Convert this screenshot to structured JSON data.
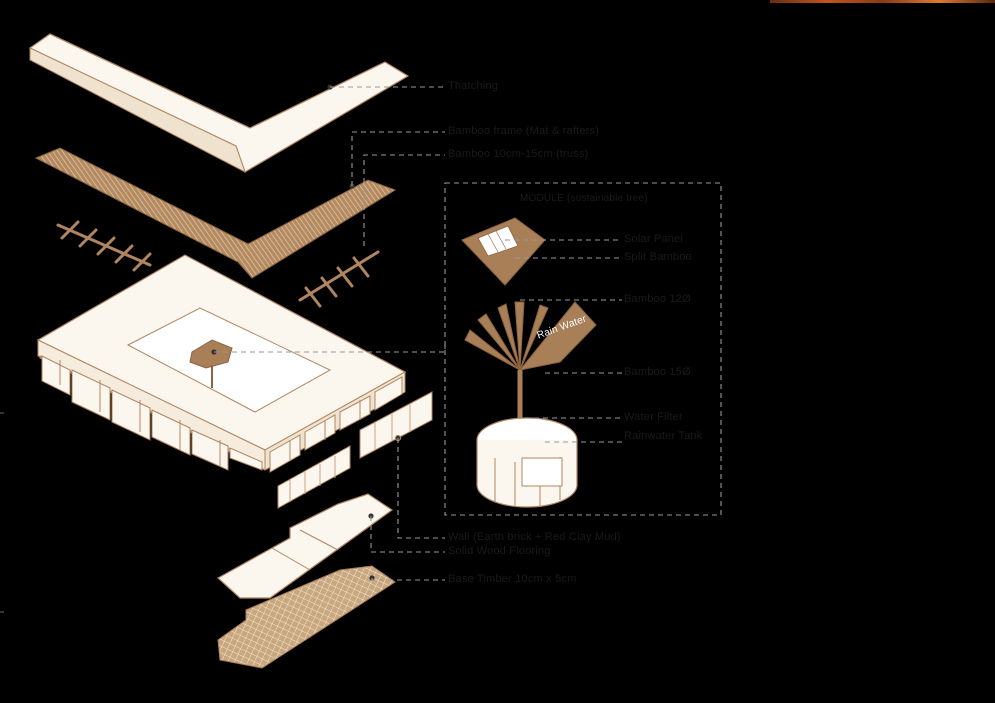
{
  "labels": {
    "thatching": "Thatching",
    "bamboo_frame": "Bamboo frame (Mat & rafters)",
    "bamboo_truss": "Bamboo 10cm-15cm (truss)",
    "module_title": "MODULE (sustainable tree)",
    "solar_panel": "Solar Panel",
    "split_bamboo": "Split Bamboo",
    "bamboo_top": "Bamboo 12Ø",
    "rain_water": "Rain Water",
    "bamboo_mid": "Bamboo 15Ø",
    "water_filter": "Water Filter",
    "tank": "Rainwater Tank",
    "wall": "Wall (Earth brick + Red Clay Mud)",
    "floor": "Solid Wood Flooring",
    "base": "Base Timber 10cm x 5cm"
  },
  "colors": {
    "background": "#000000",
    "line": "#b08660",
    "fill_light": "#fbf6ee",
    "fill_tan": "#a87f57",
    "leader": "#9a9a9a",
    "text": "#1a1a1a"
  }
}
